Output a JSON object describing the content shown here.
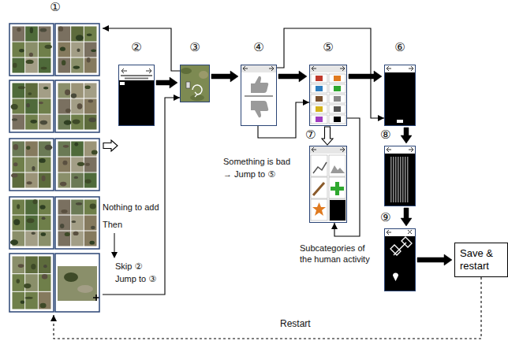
{
  "diagram": {
    "nodes": [
      {
        "text": [
          "①"
        ]
      },
      {
        "text": [
          "②"
        ]
      },
      {
        "text": [
          "③"
        ]
      },
      {
        "text": [
          "④"
        ]
      },
      {
        "text": [
          "⑤"
        ]
      },
      {
        "text": [
          "⑥"
        ]
      },
      {
        "text": [
          "⑦"
        ]
      },
      {
        "text": [
          "⑧"
        ]
      },
      {
        "text": [
          "⑨"
        ]
      },
      {
        "text": [
          "Save & restart"
        ]
      }
    ],
    "edges": [
      {
        "from": 0,
        "to": 1,
        "arrow": "to"
      },
      {
        "from": 1,
        "to": 2,
        "arrow": "to"
      },
      {
        "from": 2,
        "to": 0,
        "arrow": "to"
      },
      {
        "from": 0,
        "to": 2,
        "arrow": "to"
      },
      {
        "from": 2,
        "to": 3,
        "arrow": "to"
      },
      {
        "from": 3,
        "to": 4,
        "arrow": "to"
      },
      {
        "from": 3,
        "to": 5,
        "arrow": "to"
      },
      {
        "from": 3,
        "to": 4,
        "arrow": "to"
      },
      {
        "from": 4,
        "to": 5,
        "arrow": "to"
      },
      {
        "from": 4,
        "to": 6,
        "arrow": "to"
      },
      {
        "from": 4,
        "to": 6,
        "arrow": "to"
      },
      {
        "from": 5,
        "to": 7,
        "arrow": "to"
      },
      {
        "from": 7,
        "to": 8,
        "arrow": "to"
      },
      {
        "from": 8,
        "to": 9,
        "arrow": "to"
      },
      {
        "from": 9,
        "to": 0,
        "label": "Restart",
        "arrow": "to"
      }
    ],
    "labels": [
      "Nothing to add",
      "Then",
      "Skip ②",
      "Jump to ③",
      "Something is bad",
      "→ Jump to ⑤",
      "Subcategories of the human activity"
    ]
  }
}
